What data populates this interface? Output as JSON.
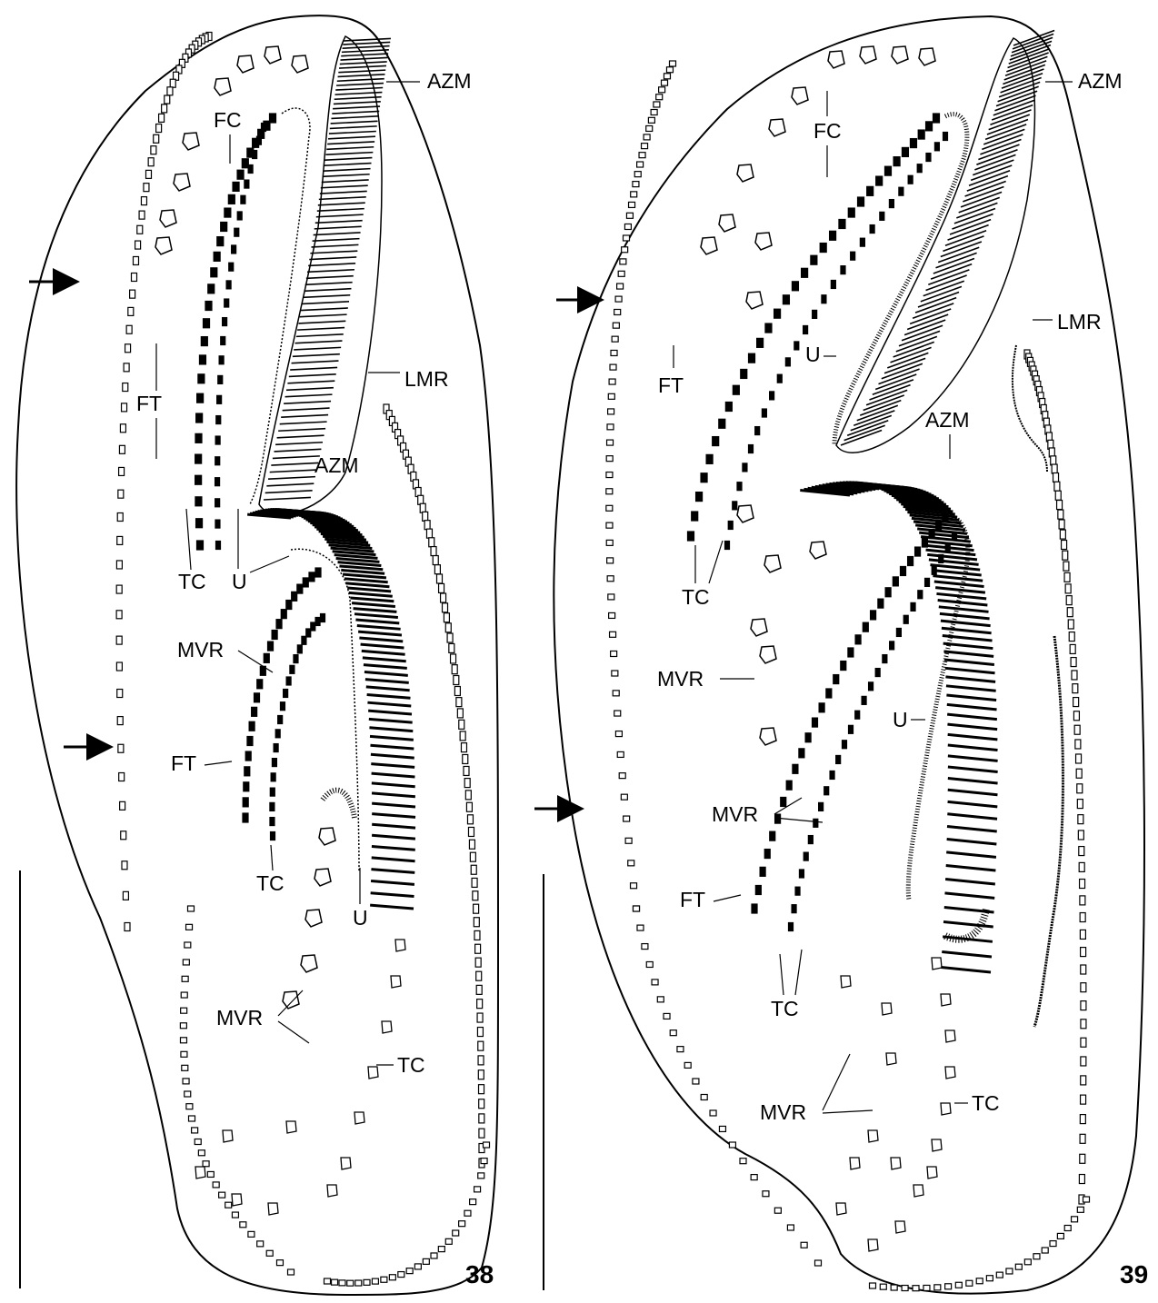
{
  "figures": [
    {
      "number": "38",
      "labels": {
        "azm_1": "AZM",
        "azm_2": "AZM",
        "fc": "FC",
        "ft_1": "FT",
        "ft_2": "FT",
        "lmr": "LMR",
        "tc_1": "TC",
        "tc_2": "TC",
        "tc_3": "TC",
        "u_1": "U",
        "u_2": "U",
        "mvr_1": "MVR",
        "mvr_2": "MVR"
      }
    },
    {
      "number": "39",
      "labels": {
        "azm_1": "AZM",
        "azm_2": "AZM",
        "fc": "FC",
        "ft_1": "FT",
        "ft_2": "FT",
        "lmr": "LMR",
        "tc_1": "TC",
        "tc_2": "TC",
        "tc_3": "TC",
        "u_1": "U",
        "u_2": "U",
        "mvr_1": "MVR",
        "mvr_2": "MVR",
        "mvr_3": "MVR"
      }
    }
  ],
  "colors": {
    "ink": "#000000",
    "background": "#ffffff"
  }
}
